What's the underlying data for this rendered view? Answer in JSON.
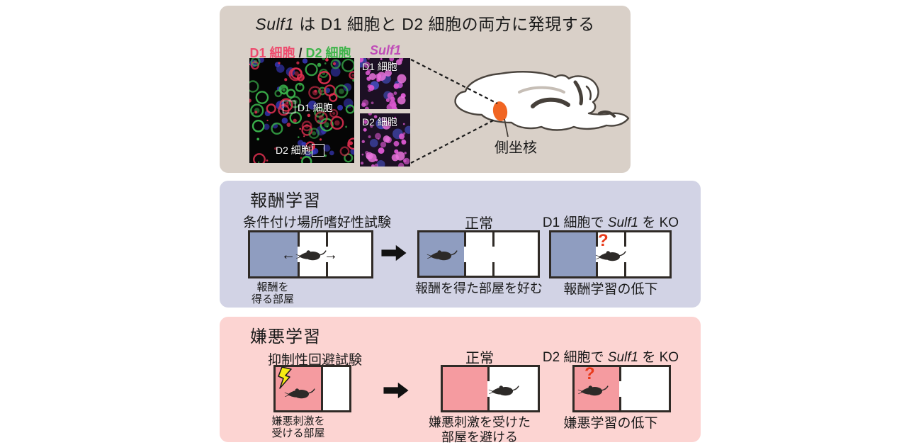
{
  "colors": {
    "top_bg": "#d9d0c8",
    "reward_bg": "#d2d3e5",
    "aversion_bg": "#fcd4d2",
    "room_blue": "#8f9dc0",
    "room_pink": "#f59ba0",
    "d1_pink": "#ee4b6e",
    "d2_green": "#3eb44a",
    "sulf1_magenta": "#c04cb8",
    "nucleus_orange": "#f16522",
    "question_red": "#e8391a",
    "bolt_yellow": "#f7ec13"
  },
  "top_panel": {
    "title_gene": "Sulf1",
    "title_rest": " は D1 細胞と D2 細胞の両方に発現する",
    "micro_header": {
      "d1": "D1 細胞",
      "sep": " / ",
      "d2": "D2 細胞"
    },
    "sulf1_header": "Sulf1",
    "merge_image": {
      "d1_label": "D1 細胞",
      "d2_label": "D2 細胞"
    },
    "sulf1_images": {
      "d1_label": "D1 細胞",
      "d2_label": "D2 細胞"
    },
    "brain_label": "側坐核"
  },
  "reward_panel": {
    "title": "報酬学習",
    "test_label": "条件付け場所嗜好性試験",
    "room_label_line1": "報酬を",
    "room_label_line2": "得る部屋",
    "normal_label": "正常",
    "normal_caption": "報酬を得た部屋を好む",
    "ko_prefix": "D1 細胞で ",
    "ko_gene": "Sulf1",
    "ko_suffix": " を KO",
    "ko_caption": "報酬学習の低下",
    "question_mark": "?"
  },
  "aversion_panel": {
    "title": "嫌悪学習",
    "test_label": "抑制性回避試験",
    "room_label_line1": "嫌悪刺激を",
    "room_label_line2": "受ける部屋",
    "normal_label": "正常",
    "normal_caption_line1": "嫌悪刺激を受けた",
    "normal_caption_line2": "部屋を避ける",
    "ko_prefix": "D2 細胞で ",
    "ko_gene": "Sulf1",
    "ko_suffix": " を KO",
    "ko_caption": "嫌悪学習の低下",
    "question_mark": "?"
  }
}
